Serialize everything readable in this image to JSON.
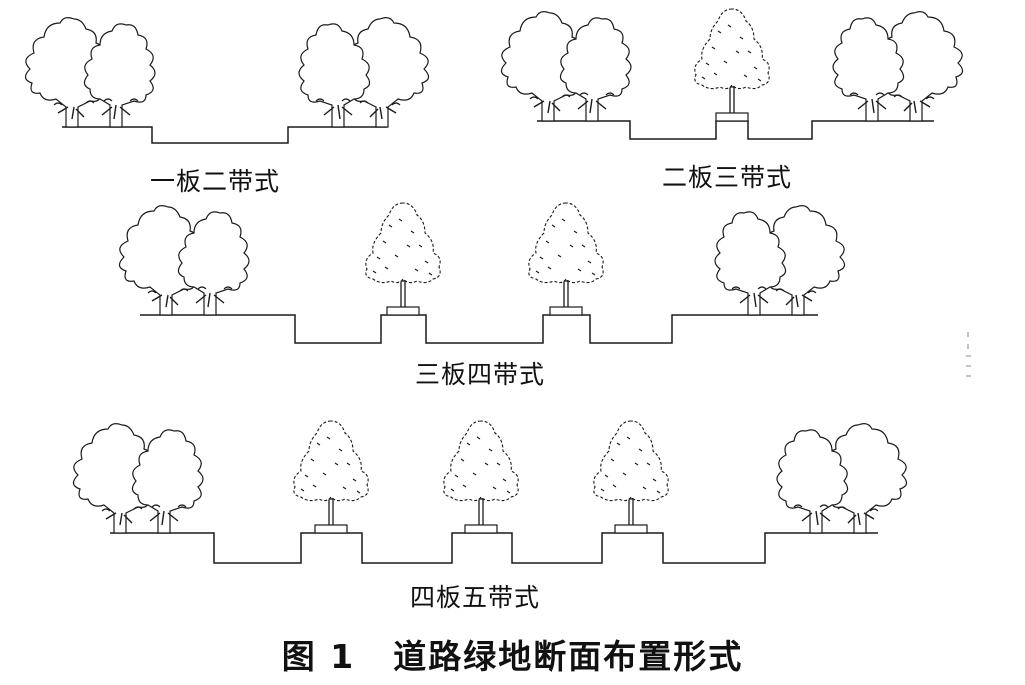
{
  "diagram": {
    "caption": {
      "figure_number": "图 1",
      "title": "道路绿地断面布置形式"
    },
    "sections": [
      {
        "id": "one-board-two-belt",
        "label": "一板二带式",
        "tree_belts": 2,
        "median_trees": 0
      },
      {
        "id": "two-board-three-belt",
        "label": "二板三带式",
        "tree_belts": 2,
        "median_trees": 1
      },
      {
        "id": "three-board-four-belt",
        "label": "三板四带式",
        "tree_belts": 2,
        "median_trees": 2
      },
      {
        "id": "four-board-five-belt",
        "label": "四板五带式",
        "tree_belts": 2,
        "median_trees": 3
      }
    ],
    "colors": {
      "line": "#1a1a1a",
      "background": "#ffffff"
    },
    "icons": [
      "broadleaf-tree-pair-icon",
      "conifer-tree-icon"
    ]
  }
}
